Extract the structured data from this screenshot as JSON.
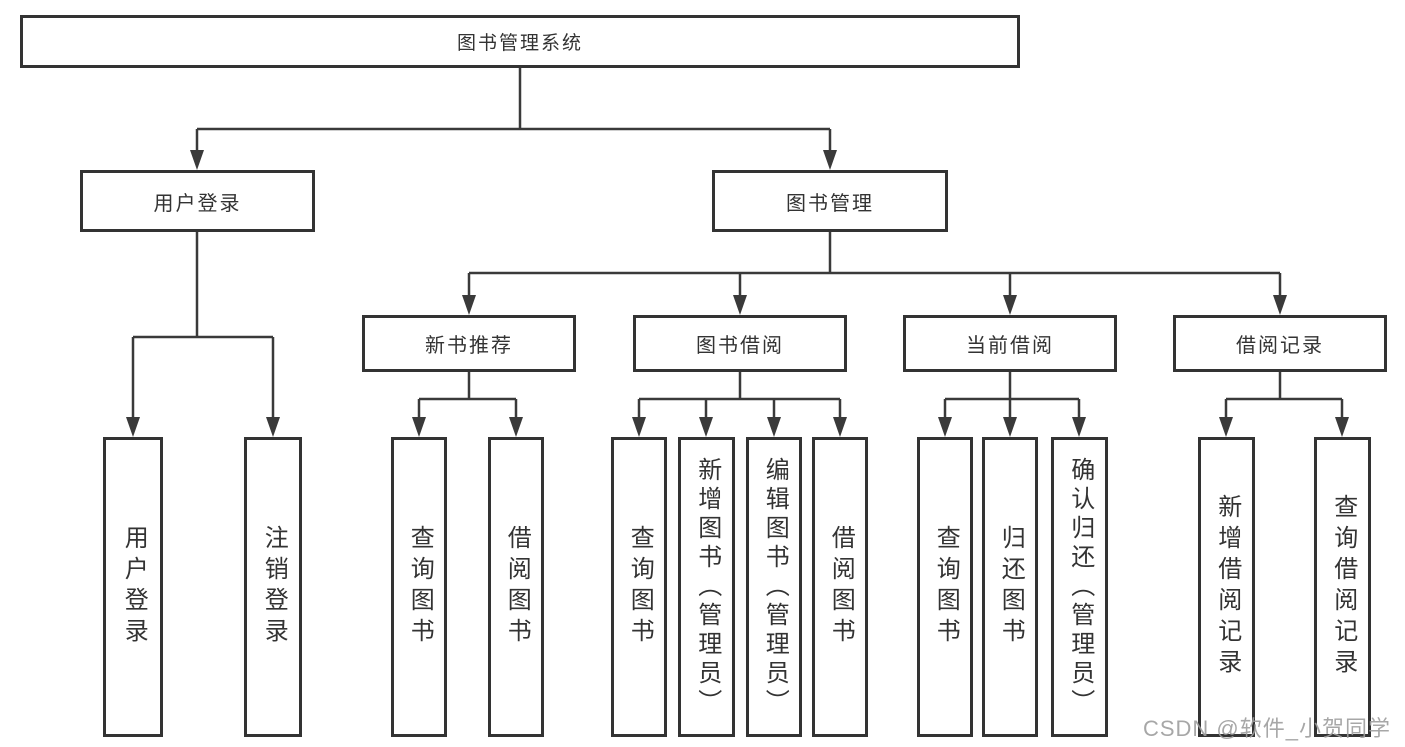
{
  "tree": {
    "root": {
      "label": "图书管理系统"
    },
    "branches": [
      {
        "label": "用户登录",
        "children": [
          {
            "label": "用户登录"
          },
          {
            "label": "注销登录"
          }
        ]
      },
      {
        "label": "图书管理",
        "children": [
          {
            "label": "新书推荐",
            "children": [
              {
                "label": "查询图书"
              },
              {
                "label": "借阅图书"
              }
            ]
          },
          {
            "label": "图书借阅",
            "children": [
              {
                "label": "查询图书"
              },
              {
                "label": "新增图书（管理员）"
              },
              {
                "label": "编辑图书（管理员）"
              },
              {
                "label": "借阅图书"
              }
            ]
          },
          {
            "label": "当前借阅",
            "children": [
              {
                "label": "查询图书"
              },
              {
                "label": "归还图书"
              },
              {
                "label": "确认归还（管理员）"
              }
            ]
          },
          {
            "label": "借阅记录",
            "children": [
              {
                "label": "新增借阅记录"
              },
              {
                "label": "查询借阅记录"
              }
            ]
          }
        ]
      }
    ]
  },
  "watermark": {
    "text": "CSDN @软件_小贺同学"
  },
  "colors": {
    "line": "#3a3a3a",
    "border": "#333333",
    "text": "#333333",
    "watermark": "#9e9e9e",
    "background": "#ffffff"
  }
}
